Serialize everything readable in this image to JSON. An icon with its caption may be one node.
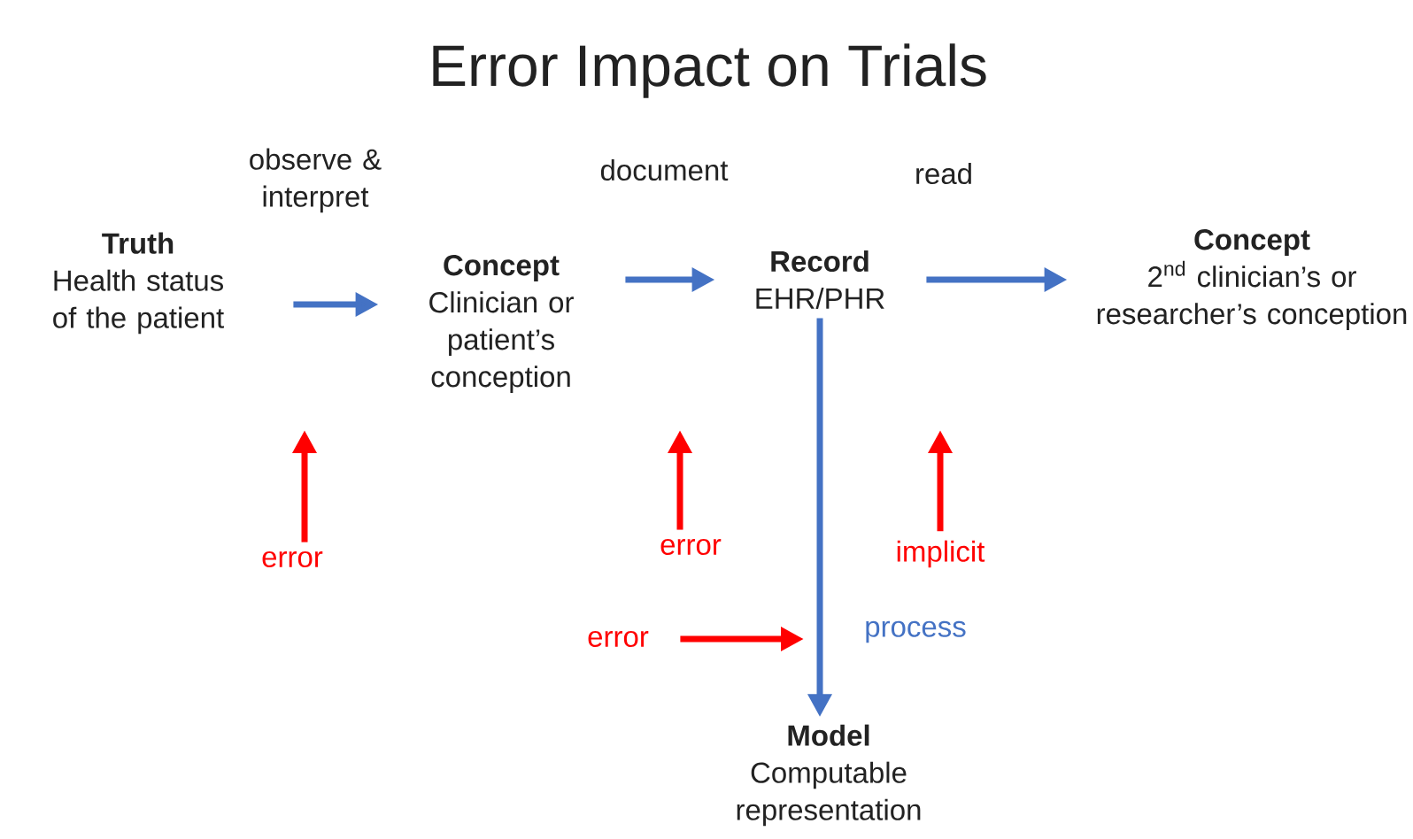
{
  "diagram": {
    "title": "Error Impact on Trials",
    "nodes": [
      {
        "text": [
          "Truth",
          "Health status of the patient"
        ]
      },
      {
        "text": [
          "Concept",
          "Clinician or patient’s conception"
        ]
      },
      {
        "text": [
          "Record",
          "EHR/PHR"
        ]
      },
      {
        "text": [
          "Concept",
          "2$^{nd}$ clinician’s or researcher’s conception"
        ]
      },
      {
        "text": [
          "Model",
          "Computable representation"
        ]
      },
      {
        "text": [
          "error"
        ]
      },
      {
        "text": [
          "error"
        ]
      },
      {
        "text": [
          "implicit"
        ]
      },
      {
        "text": [
          "error"
        ]
      }
    ],
    "edges": [
      {
        "from": 0,
        "to": 1,
        "arrow": "to",
        "label": "observe & interpret",
        "color": "#4472c4"
      },
      {
        "from": 1,
        "to": 2,
        "arrow": "to",
        "label": "document",
        "color": "#4472c4"
      },
      {
        "from": 2,
        "to": 3,
        "arrow": "to",
        "label": "read",
        "color": "#4472c4"
      },
      {
        "from": 2,
        "to": 4,
        "arrow": "to",
        "label": "process",
        "color": "#4472c4"
      },
      {
        "from": 5,
        "to": null,
        "arrow": "to",
        "color": "#ff0000"
      },
      {
        "from": 6,
        "to": null,
        "arrow": "to",
        "color": "#ff0000"
      },
      {
        "from": 7,
        "to": null,
        "arrow": "to",
        "color": "#ff0000"
      },
      {
        "from": 8,
        "to": null,
        "arrow": "to",
        "color": "#ff0000"
      }
    ]
  }
}
